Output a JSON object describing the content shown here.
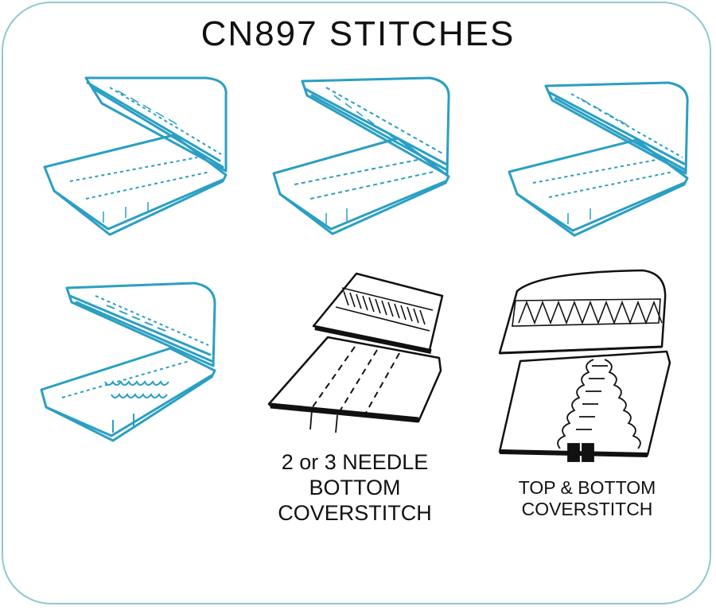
{
  "title": "CN897 STITCHES",
  "colors": {
    "teal": "#2a9fc3",
    "black": "#111111",
    "frame": "#8ec9d1"
  },
  "stitch_panels": [
    {
      "style": "teal"
    },
    {
      "style": "teal"
    },
    {
      "style": "teal"
    },
    {
      "style": "teal"
    },
    {
      "style": "black",
      "caption_lines": [
        "2 or 3 NEEDLE",
        "BOTTOM",
        "COVERSTITCH"
      ]
    },
    {
      "style": "black",
      "caption_lines": [
        "TOP & BOTTOM",
        "COVERSTITCH"
      ]
    }
  ]
}
